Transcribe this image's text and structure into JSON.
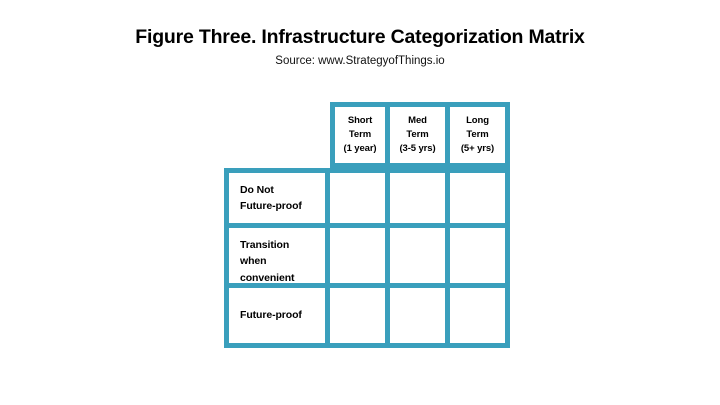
{
  "figure": {
    "title": "Figure Three. Infrastructure Categorization Matrix",
    "source": "Source: www.StrategyofThings.io"
  },
  "theme": {
    "border_color": "#3a9fbc",
    "cell_background": "#ffffff",
    "page_background": "#ffffff",
    "text_color": "#000000"
  },
  "matrix": {
    "corner_label": "",
    "columns": [
      {
        "line1": "Short",
        "line2": "Term",
        "line3": "(1 year)"
      },
      {
        "line1": "Med",
        "line2": "Term",
        "line3": "(3-5 yrs)"
      },
      {
        "line1": "Long",
        "line2": "Term",
        "line3": "(5+ yrs)"
      }
    ],
    "rows": [
      {
        "line1": "Do Not",
        "line2": "Future-proof",
        "line3": ""
      },
      {
        "line1": "Transition",
        "line2": "when",
        "line3": "convenient"
      },
      {
        "line1": "Future-proof",
        "line2": "",
        "line3": ""
      }
    ],
    "cells": [
      [
        "",
        "",
        ""
      ],
      [
        "",
        "",
        ""
      ],
      [
        "",
        "",
        ""
      ]
    ]
  }
}
